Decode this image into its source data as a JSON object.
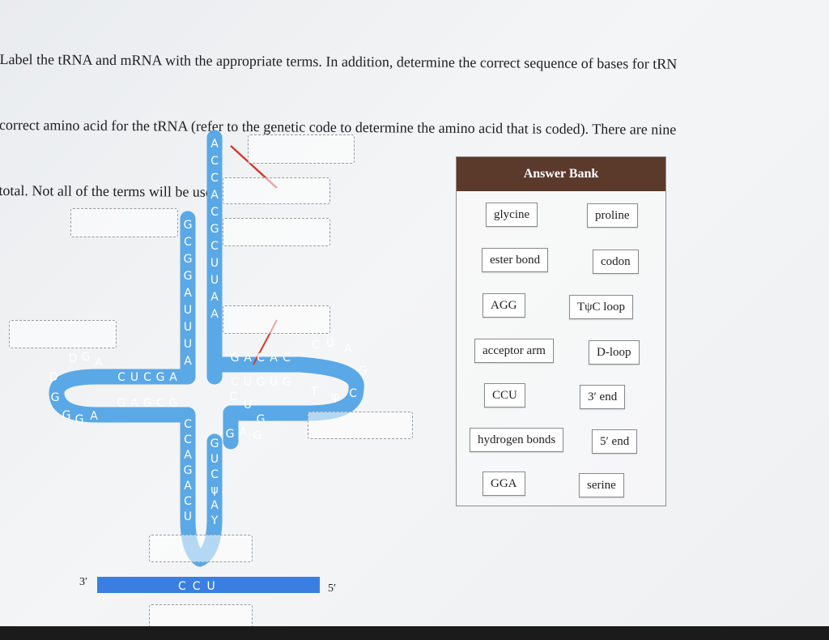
{
  "instructions": {
    "line1": "Label the tRNA and mRNA with the appropriate terms. In addition, determine the correct sequence of bases for tRN",
    "line2": "correct amino acid for the tRNA (refer to the genetic code to determine the amino acid that is coded). There are nine",
    "line3": "total. Not all of the terms will be used."
  },
  "diagram": {
    "acceptor_5prime_column": [
      "G",
      "C",
      "G",
      "G",
      "A",
      "U",
      "U",
      "U",
      "A"
    ],
    "acceptor_3prime_column": [
      "A",
      "C",
      "C",
      "A",
      "C",
      "G",
      "C",
      "U",
      "U",
      "A",
      "A"
    ],
    "d_arm_top": "CUCGA",
    "d_arm_bottom": "GAGCG",
    "d_loop": [
      "D",
      "G",
      "A",
      "D",
      "G",
      "G",
      "G",
      "A"
    ],
    "t_arm_top": "GACAC",
    "t_arm_bottom": "CUGUG",
    "t_loop": [
      "C",
      "U",
      "A",
      "G",
      "C",
      "ψ",
      "T"
    ],
    "variable_loop": [
      "C",
      "U",
      "G",
      "G",
      "A",
      "G"
    ],
    "anticodon_left": [
      "C",
      "C",
      "A",
      "G",
      "A",
      "C",
      "U"
    ],
    "anticodon_right": [
      "G",
      "U",
      "C",
      "ψ",
      "A",
      "Y"
    ],
    "mrna_label_3prime": "3′",
    "mrna_label_5prime": "5′",
    "mrna_codon": "CCU",
    "colors": {
      "rna": "#5aa8e6",
      "mrna": "#3a7fe0",
      "line": "#d23a2f"
    }
  },
  "answer_bank": {
    "title": "Answer Bank",
    "terms": [
      "glycine",
      "proline",
      "ester bond",
      "codon",
      "AGG",
      "TψC loop",
      "acceptor arm",
      "D-loop",
      "CCU",
      "3′ end",
      "hydrogen bonds",
      "5′ end",
      "GGA",
      "serine"
    ]
  }
}
